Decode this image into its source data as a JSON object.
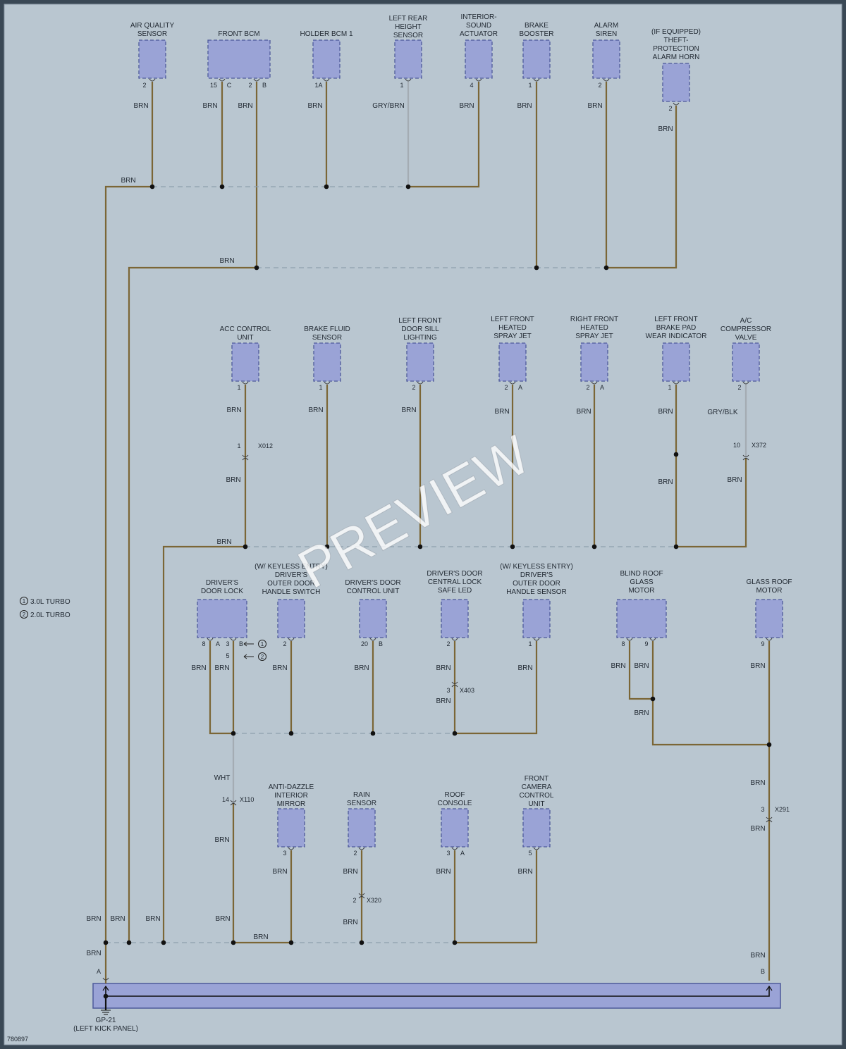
{
  "diagram_id": "780897",
  "watermark": "PREVIEW",
  "legend": [
    {
      "num": "1",
      "label": "3.0L TURBO"
    },
    {
      "num": "2",
      "label": "2.0L TURBO"
    }
  ],
  "components": {
    "air_quality": [
      "AIR QUALITY",
      "SENSOR"
    ],
    "front_bcm": [
      "FRONT BCM"
    ],
    "holder_bcm": [
      "HOLDER BCM 1"
    ],
    "left_rear_height": [
      "LEFT REAR",
      "HEIGHT",
      "SENSOR"
    ],
    "interior_sound": [
      "INTERIOR-",
      "SOUND",
      "ACTUATOR"
    ],
    "brake_booster": [
      "BRAKE",
      "BOOSTER"
    ],
    "alarm_siren": [
      "ALARM",
      "SIREN"
    ],
    "theft_horn": [
      "(IF EQUIPPED)",
      "THEFT-",
      "PROTECTION",
      "ALARM HORN"
    ],
    "acc_control": [
      "ACC CONTROL",
      "UNIT"
    ],
    "brake_fluid": [
      "BRAKE FLUID",
      "SENSOR"
    ],
    "lf_door_sill": [
      "LEFT FRONT",
      "DOOR SILL",
      "LIGHTING"
    ],
    "lf_spray_jet": [
      "LEFT FRONT",
      "HEATED",
      "SPRAY JET"
    ],
    "rf_spray_jet": [
      "RIGHT FRONT",
      "HEATED",
      "SPRAY JET"
    ],
    "lf_brake_pad": [
      "LEFT FRONT",
      "BRAKE PAD",
      "WEAR INDICATOR"
    ],
    "ac_valve": [
      "A/C",
      "COMPRESSOR",
      "VALVE"
    ],
    "drivers_door_lock": [
      "DRIVER'S",
      "DOOR LOCK"
    ],
    "outer_handle_switch": [
      "(W/ KEYLESS ENTRY)",
      "DRIVER'S",
      "OUTER DOOR",
      "HANDLE SWITCH"
    ],
    "door_control_unit": [
      "DRIVER'S DOOR",
      "CONTROL UNIT"
    ],
    "central_lock_led": [
      "DRIVER'S DOOR",
      "CENTRAL LOCK",
      "SAFE LED"
    ],
    "outer_handle_sensor": [
      "(W/ KEYLESS ENTRY)",
      "DRIVER'S",
      "OUTER DOOR",
      "HANDLE SENSOR"
    ],
    "blind_roof_motor": [
      "BLIND ROOF",
      "GLASS",
      "MOTOR"
    ],
    "glass_roof_motor": [
      "GLASS ROOF",
      "MOTOR"
    ],
    "anti_dazzle": [
      "ANTI-DAZZLE",
      "INTERIOR",
      "MIRROR"
    ],
    "rain_sensor": [
      "RAIN",
      "SENSOR"
    ],
    "roof_console": [
      "ROOF",
      "CONSOLE"
    ],
    "front_camera": [
      "FRONT",
      "CAMERA",
      "CONTROL",
      "UNIT"
    ]
  },
  "ground": [
    "GP-21",
    "(LEFT KICK PANEL)"
  ],
  "ground_pins": {
    "a": "A",
    "b": "B"
  },
  "pins": {
    "p1": "1",
    "p1A": "1A",
    "p2": "2",
    "p3": "3",
    "p4": "4",
    "p5": "5",
    "p8": "8",
    "p9": "9",
    "p10": "10",
    "p14": "14",
    "p15": "15",
    "p20": "20",
    "cA": "A",
    "cB": "B",
    "cC": "C"
  },
  "connectors": {
    "x012": "X012",
    "x372": "X372",
    "x403": "X403",
    "x110": "X110",
    "x320": "X320",
    "x291": "X291"
  },
  "wire_colors": {
    "brn": "BRN",
    "gry_brn": "GRY/BRN",
    "gry_blk": "GRY/BLK",
    "wht": "WHT"
  },
  "colors": {
    "background": "#b9c6d0",
    "component_fill": "#9aa3d6",
    "wire_brown": "#7b6636",
    "wire_gray": "#a4acb3",
    "ground_bar": "#9aa3d6"
  }
}
